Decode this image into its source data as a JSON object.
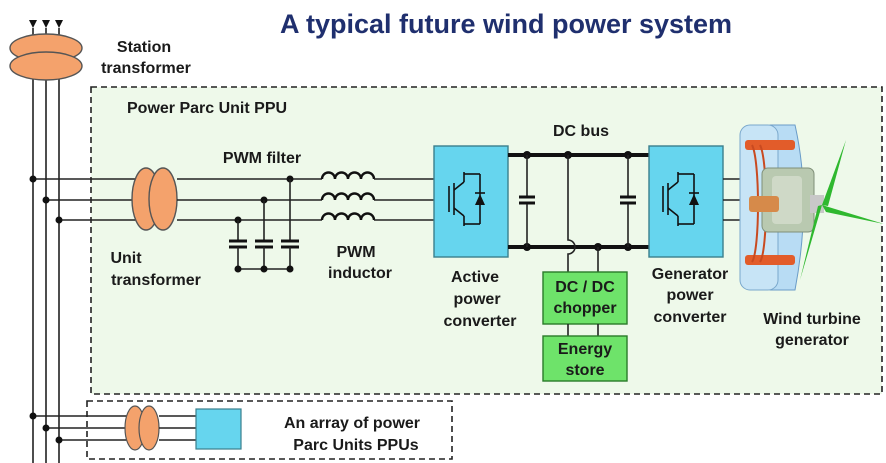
{
  "title": "A typical future wind power system",
  "labels": {
    "station_transformer_1": "Station",
    "station_transformer_2": "transformer",
    "ppu": "Power Parc Unit PPU",
    "dc_bus": "DC bus",
    "pwm_filter": "PWM filter",
    "pwm_inductor_1": "PWM",
    "pwm_inductor_2": "inductor",
    "unit_transformer_1": "Unit",
    "unit_transformer_2": "transformer",
    "active_converter_1": "Active",
    "active_converter_2": "power",
    "active_converter_3": "converter",
    "generator_converter_1": "Generator",
    "generator_converter_2": "power",
    "generator_converter_3": "converter",
    "dcdc_1": "DC / DC",
    "dcdc_2": "chopper",
    "energy_1": "Energy",
    "energy_2": "store",
    "wind_1": "Wind turbine",
    "wind_2": "generator",
    "array_1": "An array of power",
    "array_2": "Parc Units PPUs"
  },
  "colors": {
    "title": "#1f2f6e",
    "ppu_background": "#eef9ea",
    "converter_fill": "#66d5ee",
    "chopper_fill": "#6ee36a",
    "transformer_fill": "#f4a26c",
    "turbine_blade": "#2fb82f"
  }
}
